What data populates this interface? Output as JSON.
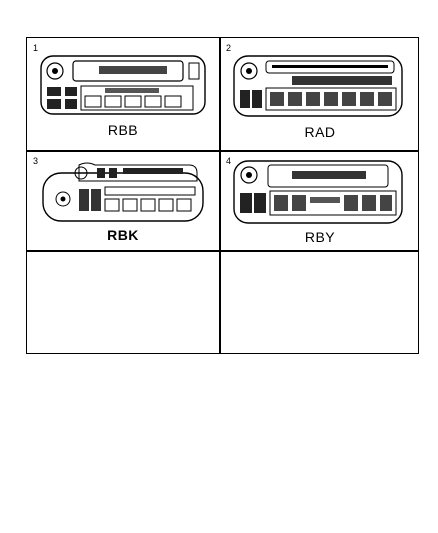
{
  "cells": [
    {
      "number": "1",
      "code": "RBB"
    },
    {
      "number": "2",
      "code": "RAD"
    },
    {
      "number": "3",
      "code": "RBK"
    },
    {
      "number": "4",
      "code": "RBY"
    }
  ],
  "colors": {
    "line": "#000000",
    "background": "#ffffff"
  }
}
